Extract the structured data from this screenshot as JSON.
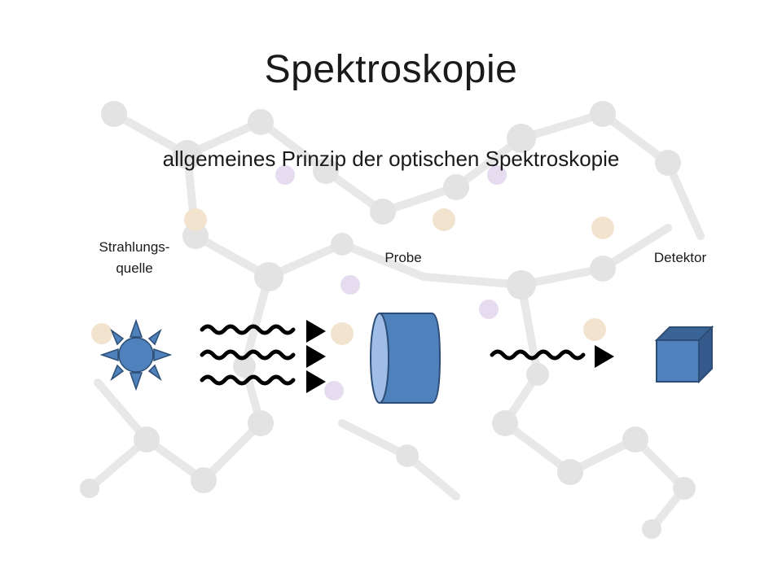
{
  "slide": {
    "title": "Spektroskopie",
    "subtitle": "allgemeines Prinzip der optischen Spektroskopie"
  },
  "labels": {
    "source_line1": "Strahlungs-",
    "source_line2": "quelle",
    "sample": "Probe",
    "detector": "Detektor"
  },
  "colors": {
    "shape_fill": "#4f81bd",
    "shape_stroke": "#2c4d75",
    "sample_cap": "#9fbde6",
    "wave": "#000000",
    "molecule_bg": "#d9d9d9"
  }
}
